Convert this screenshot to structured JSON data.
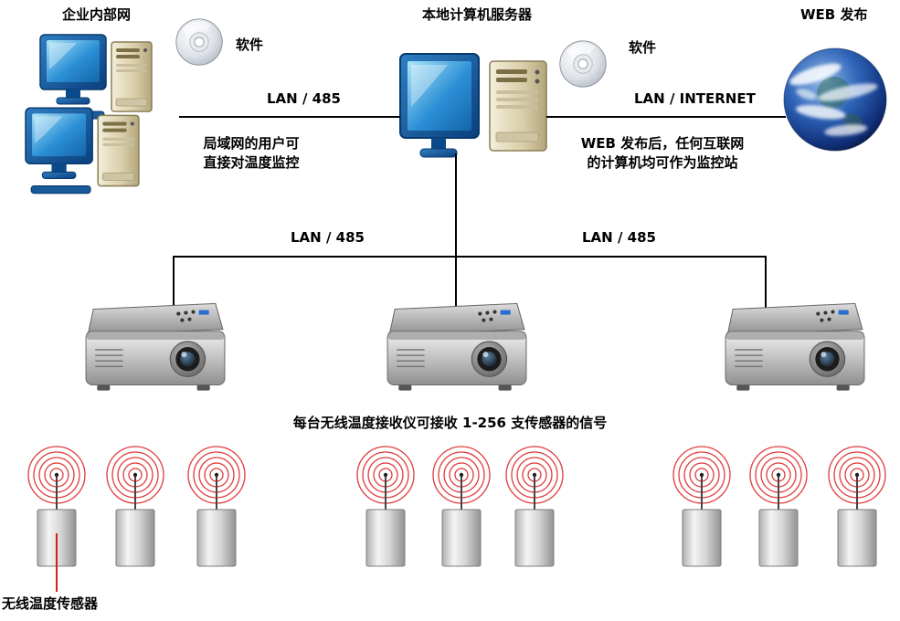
{
  "titles": {
    "intranet": "企业内部网",
    "server": "本地计算机服务器",
    "web": "WEB 发布"
  },
  "software": {
    "intranet": "软件",
    "server": "软件"
  },
  "links": {
    "intranet_server": "LAN / 485",
    "server_web": "LAN / INTERNET",
    "bus_left": "LAN / 485",
    "bus_right": "LAN / 485"
  },
  "notes": {
    "intranet": [
      "局域网的用户可",
      "直接对温度监控"
    ],
    "web": [
      "WEB 发布后，任何互联网",
      "的计算机均可作为监控站"
    ],
    "receiver": "每台无线温度接收仪可接收 1-256 支传感器的信号",
    "sensor": "无线温度传感器"
  },
  "icons": {
    "workstation": "desktop-pc",
    "server": "server-pc",
    "cd": "software-cd",
    "earth": "internet-globe",
    "receiver": "wireless-temperature-receiver",
    "sensor": "wireless-temperature-sensor"
  },
  "colors": {
    "line": "#000000",
    "wave": "#e03b3b",
    "callout": "#cc2222"
  }
}
